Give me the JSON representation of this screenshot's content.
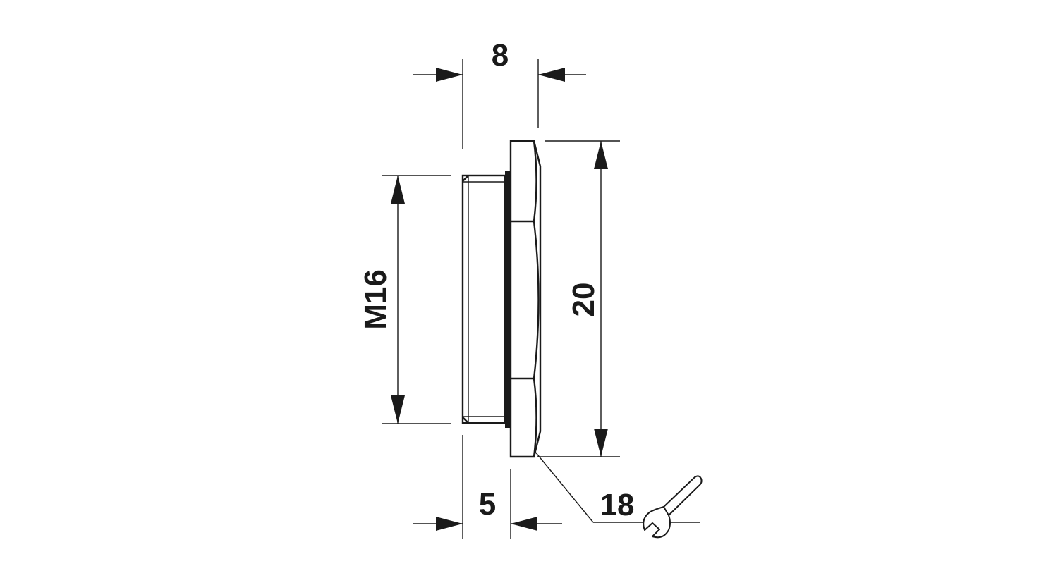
{
  "drawing": {
    "dimensions": {
      "total_length": "8",
      "thread_length": "5",
      "thread_size": "M16",
      "flange_diameter": "20",
      "wrench_size": "18"
    },
    "icons": {
      "wrench": "wrench-icon"
    },
    "colors": {
      "line": "#1a1a1a",
      "background": "#ffffff"
    }
  }
}
